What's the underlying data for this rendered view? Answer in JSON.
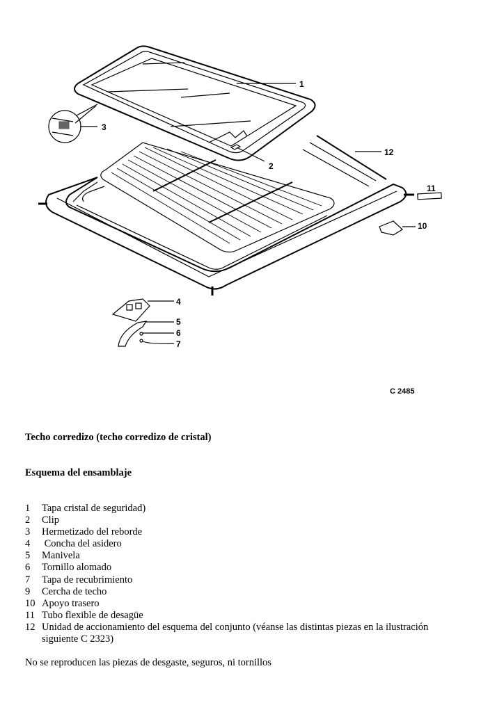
{
  "diagram": {
    "callouts": [
      "1",
      "2",
      "3",
      "4",
      "5",
      "6",
      "7",
      "10",
      "11",
      "12"
    ],
    "figure_code": "C 2485"
  },
  "title": "Techo corredizo (techo corredizo de cristal)",
  "subtitle": "Esquema del ensamblaje",
  "parts": [
    {
      "num": "1",
      "text": "Tapa cristal de seguridad)"
    },
    {
      "num": "2",
      "text": "Clip"
    },
    {
      "num": "3",
      "text": "Hermetizado del reborde"
    },
    {
      "num": "4",
      "text": " Concha del asidero"
    },
    {
      "num": "5",
      "text": "Manivela"
    },
    {
      "num": "6",
      "text": "Tornillo alomado"
    },
    {
      "num": "7",
      "text": "Tapa de recubrimiento"
    },
    {
      "num": "9",
      "text": "Cercha de techo"
    },
    {
      "num": "10",
      "text": "Apoyo trasero"
    },
    {
      "num": "11",
      "text": "Tubo flexible de desagüe"
    },
    {
      "num": "12",
      "text": "Unidad de accionamiento del esquema del conjunto (véanse las distintas piezas en la ilustración siguiente C 2323)"
    }
  ],
  "note": "No se reproducen las piezas de desgaste, seguros, ni tornillos"
}
